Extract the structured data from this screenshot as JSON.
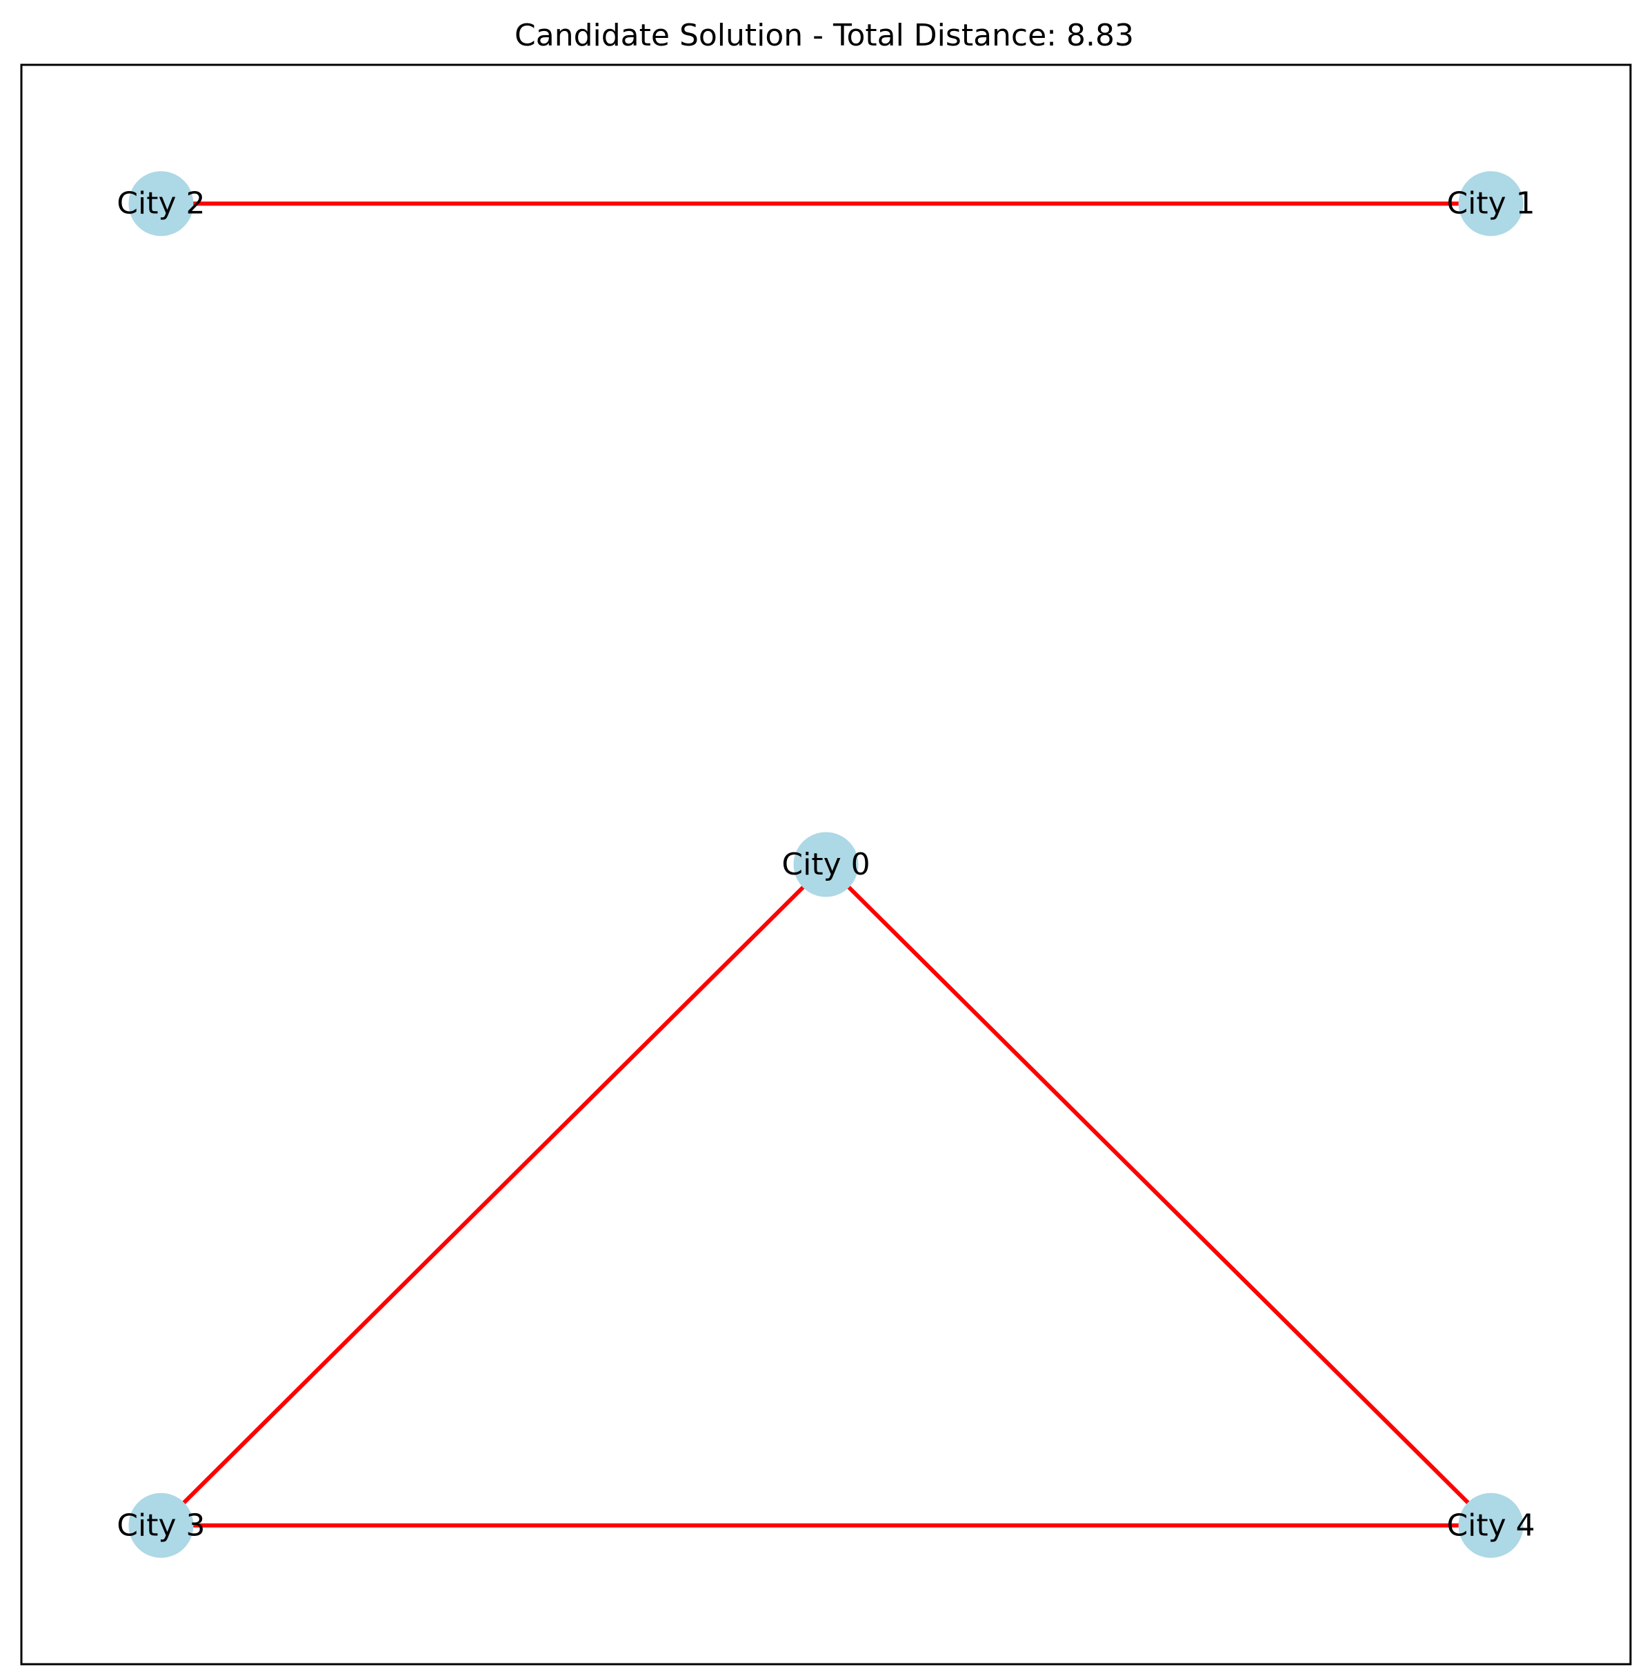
{
  "title": "Candidate Solution - Total Distance: 8.83",
  "colors": {
    "edge": "#ff0000",
    "node": "#add8e6",
    "frame": "#000000",
    "text": "#000000"
  },
  "chart_data": {
    "type": "graph",
    "title": "Candidate Solution - Total Distance: 8.83",
    "total_distance": 8.83,
    "xlim": [
      -0.21,
      2.21
    ],
    "ylim": [
      -0.21,
      2.21
    ],
    "grid": false,
    "nodes": [
      {
        "id": 0,
        "label": "City 0",
        "x": 1,
        "y": 1
      },
      {
        "id": 1,
        "label": "City 1",
        "x": 2,
        "y": 2
      },
      {
        "id": 2,
        "label": "City 2",
        "x": 0,
        "y": 2
      },
      {
        "id": 3,
        "label": "City 3",
        "x": 0,
        "y": 0
      },
      {
        "id": 4,
        "label": "City 4",
        "x": 2,
        "y": 0
      }
    ],
    "edges": [
      [
        2,
        1
      ],
      [
        0,
        3
      ],
      [
        0,
        4
      ],
      [
        3,
        4
      ]
    ]
  }
}
